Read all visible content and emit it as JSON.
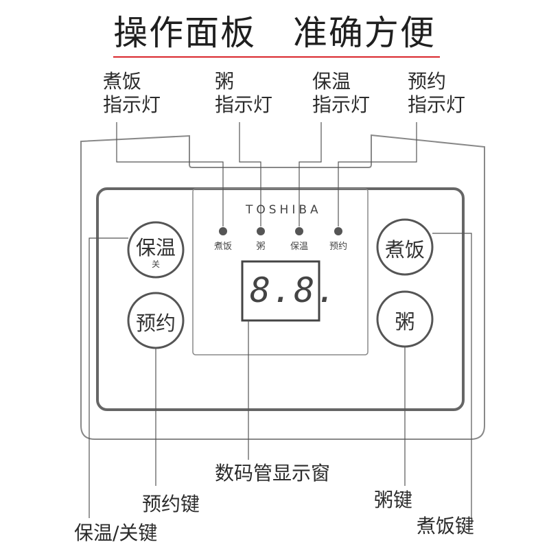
{
  "header": {
    "title_left": "操作面板",
    "title_right": "准确方便",
    "rule_color": "#d9262b"
  },
  "top_callouts": {
    "cook_light": {
      "line1": "煮饭",
      "line2": "指示灯"
    },
    "porridge_light": {
      "line1": "粥",
      "line2": "指示灯"
    },
    "warm_light": {
      "line1": "保温",
      "line2": "指示灯"
    },
    "timer_light": {
      "line1": "预约",
      "line2": "指示灯"
    }
  },
  "panel": {
    "brand": "TOSHIBA",
    "indicators": [
      "煮饭",
      "粥",
      "保温",
      "预约"
    ],
    "display_text": "8.8.",
    "buttons": {
      "warm_off": {
        "label": "保温",
        "sub_label": "关"
      },
      "timer": {
        "label": "预约"
      },
      "cook": {
        "label": "煮饭"
      },
      "porridge": {
        "label": "粥"
      }
    },
    "stroke_color": "#666666"
  },
  "bottom_callouts": {
    "display_window": "数码管显示窗",
    "timer_key": "预约键",
    "warm_off_key": "保温/关键",
    "porridge_key": "粥键",
    "cook_key": "煮饭键"
  }
}
